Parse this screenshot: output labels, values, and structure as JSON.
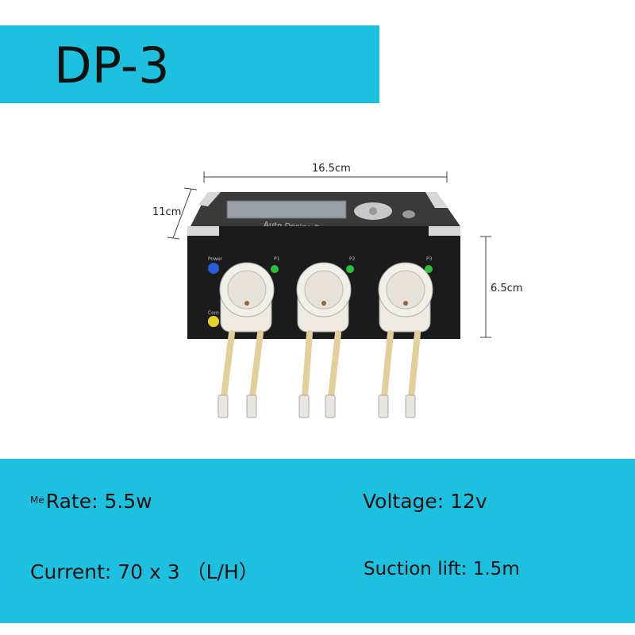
{
  "header": {
    "title": "DP-3"
  },
  "product": {
    "name": "Auto Dosing Pump",
    "dimensions": {
      "width": "16.5cm",
      "depth": "11cm",
      "height": "6.5cm"
    },
    "panel_labels": {
      "power": "Power",
      "com": "Com",
      "p1": "P1",
      "p2": "P2",
      "p3": "P3"
    }
  },
  "specs": {
    "prefix": "Me",
    "rate": "Rate: 5.5w",
    "voltage": "Voltage: 12v",
    "current": "Current: 70 x 3 （L/H）",
    "suction": "Suction lift: 1.5m"
  },
  "colors": {
    "band": "#1ec0e0",
    "body": "#1b1b1b",
    "pump_head": "#eeeae2",
    "tube": "#e3cf9a"
  }
}
